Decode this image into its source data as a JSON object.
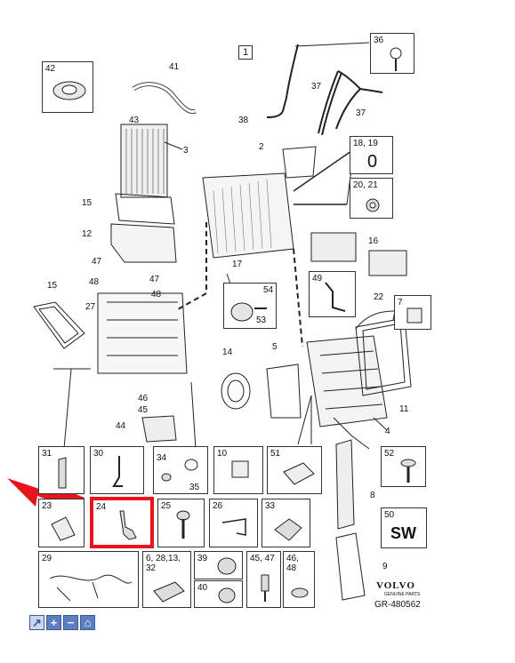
{
  "diagram": {
    "section_label": "1",
    "callouts": {
      "c2": "2",
      "c3": "3",
      "c4": "4",
      "c5": "5",
      "c7": "7",
      "c8": "8",
      "c9": "9",
      "c11": "11",
      "c12": "12",
      "c14": "14",
      "c15a": "15",
      "c15b": "15",
      "c16": "16",
      "c17": "17",
      "c22": "22",
      "c27": "27",
      "c36": "36",
      "c37a": "37",
      "c37b": "37",
      "c38": "38",
      "c41": "41",
      "c42": "42",
      "c43": "43",
      "c44": "44",
      "c45": "45",
      "c46": "46",
      "c47a": "47",
      "c47b": "47",
      "c48a": "48",
      "c48b": "48",
      "c49": "49",
      "c53": "53",
      "c54": "54"
    },
    "box_18_19": {
      "label": "18, 19",
      "value": "0"
    },
    "box_20_21": {
      "label": "20, 21"
    },
    "box_50": {
      "label": "50",
      "value": "SW"
    },
    "box_52": {
      "label": "52"
    },
    "box_49": {
      "label": "49"
    },
    "box_7": {
      "label": "7"
    },
    "box_42": {
      "label": "42"
    },
    "box_36": {
      "label": "36"
    },
    "box_54": {
      "label": "54",
      "sub": "53"
    },
    "box_14": {
      "label": "14"
    },
    "grid": {
      "c31": "31",
      "c30": "30",
      "c34": "34",
      "c35": "35",
      "c10": "10",
      "c51": "51",
      "c23": "23",
      "c24": "24",
      "c25": "25",
      "c26": "26",
      "c33": "33",
      "c29": "29",
      "c6": "6, 28,13,\n32",
      "c39": "39",
      "c40": "40",
      "c45_47": "45, 47",
      "c46_48": "46,\n48"
    },
    "brand": "VOLVO",
    "brand_sub": "GENUINE PARTS",
    "ref": "GR-480562"
  },
  "colors": {
    "highlight": "#e8141c",
    "line": "#222222",
    "toolbar": "#5b7fbf"
  },
  "toolbar": {
    "icons": [
      "pointer-icon",
      "zoom-in-icon",
      "zoom-out-icon",
      "home-icon"
    ]
  }
}
